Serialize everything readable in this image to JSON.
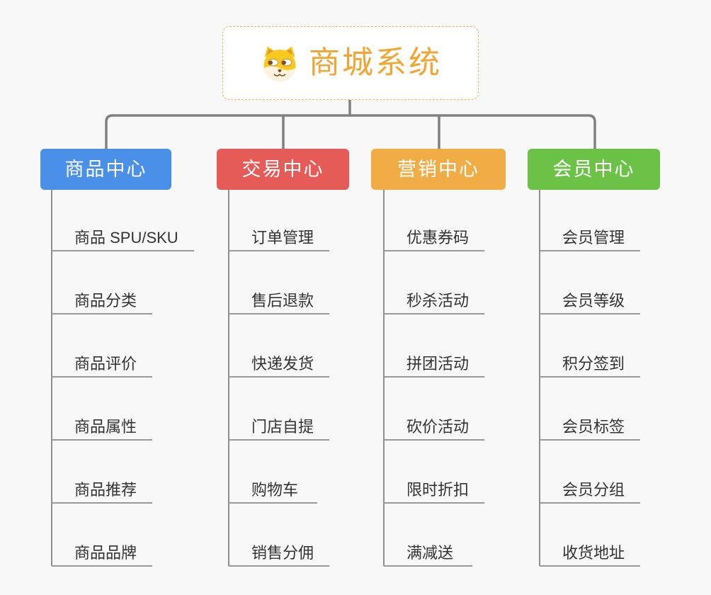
{
  "root": {
    "label": "商城系统",
    "icon": "dog-face-icon"
  },
  "branches": [
    {
      "label": "商品中心",
      "color": "#4a90e8",
      "children": [
        "商品 SPU/SKU",
        "商品分类",
        "商品评价",
        "商品属性",
        "商品推荐",
        "商品品牌"
      ]
    },
    {
      "label": "交易中心",
      "color": "#e55b57",
      "children": [
        "订单管理",
        "售后退款",
        "快递发货",
        "门店自提",
        "购物车",
        "销售分佣"
      ]
    },
    {
      "label": "营销中心",
      "color": "#f0ac45",
      "children": [
        "优惠券码",
        "秒杀活动",
        "拼团活动",
        "砍价活动",
        "限时折扣",
        "满减送"
      ]
    },
    {
      "label": "会员中心",
      "color": "#6cc247",
      "children": [
        "会员管理",
        "会员等级",
        "积分签到",
        "会员标签",
        "会员分组",
        "收货地址"
      ]
    }
  ],
  "colors": {
    "background": "#f8f8f8",
    "connector": "#808080",
    "trunk": "#8f8f8f",
    "underline": "#999999",
    "leaf_text": "#333333",
    "branch_text": "#ffffff",
    "root_text": "#f0a632",
    "root_border": "#f2b55e",
    "root_bg": "#ffffff"
  }
}
